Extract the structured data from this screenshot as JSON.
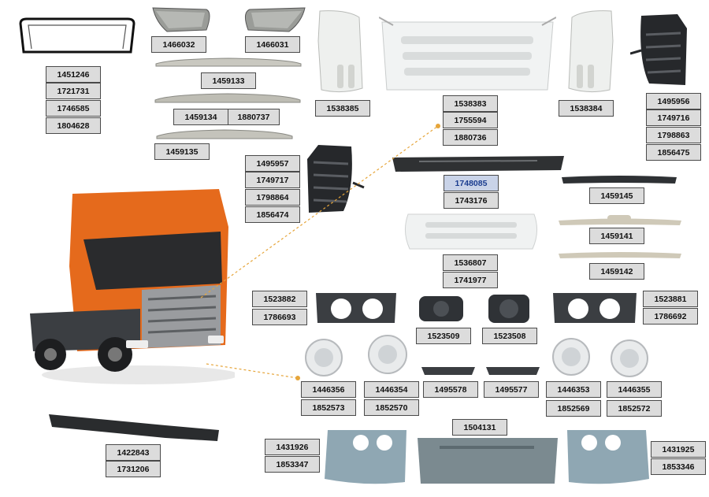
{
  "labels": {
    "l1451246": "1451246",
    "l1721731": "1721731",
    "l1746585": "1746585",
    "l1804628": "1804628",
    "l1466032": "1466032",
    "l1466031": "1466031",
    "l1459133": "1459133",
    "l1459134": "1459134",
    "l1880737": "1880737",
    "l1459135": "1459135",
    "l1538385": "1538385",
    "l1538383": "1538383",
    "l1755594": "1755594",
    "l1880736": "1880736",
    "l1538384": "1538384",
    "l1495956": "1495956",
    "l1749716": "1749716",
    "l1798863": "1798863",
    "l1856475": "1856475",
    "l1495957": "1495957",
    "l1749717": "1749717",
    "l1798864": "1798864",
    "l1856474": "1856474",
    "l1748085": "1748085",
    "l1743176": "1743176",
    "l1459145": "1459145",
    "l1459141": "1459141",
    "l1459142": "1459142",
    "l1536807": "1536807",
    "l1741977": "1741977",
    "l1523882": "1523882",
    "l1786693": "1786693",
    "l1523881": "1523881",
    "l1786692": "1786692",
    "l1523509": "1523509",
    "l1523508": "1523508",
    "l1446356": "1446356",
    "l1852573": "1852573",
    "l1446354": "1446354",
    "l1852570": "1852570",
    "l1495578": "1495578",
    "l1495577": "1495577",
    "l1446353": "1446353",
    "l1852569": "1852569",
    "l1446355": "1446355",
    "l1852572": "1852572",
    "l1422843": "1422843",
    "l1731206": "1731206",
    "l1504131": "1504131",
    "l1431926": "1431926",
    "l1853347": "1853347",
    "l1431925": "1431925",
    "l1853346": "1853346"
  },
  "colors": {
    "label_bg": "#dcdcdc",
    "label_border": "#4a4a4a",
    "truck_orange": "#e56a1c",
    "part_white": "#eef0ee",
    "part_grey": "#8d8f8a",
    "part_dark": "#2a2c2e",
    "bumper_blue": "#8fa7b3",
    "leader_line": "#e6a53a",
    "highlight": "#1a3c8f"
  },
  "icons": {
    "truck": "scania-truck-image",
    "headlamp": "fog-lamp-image",
    "grille": "front-grille-image"
  }
}
